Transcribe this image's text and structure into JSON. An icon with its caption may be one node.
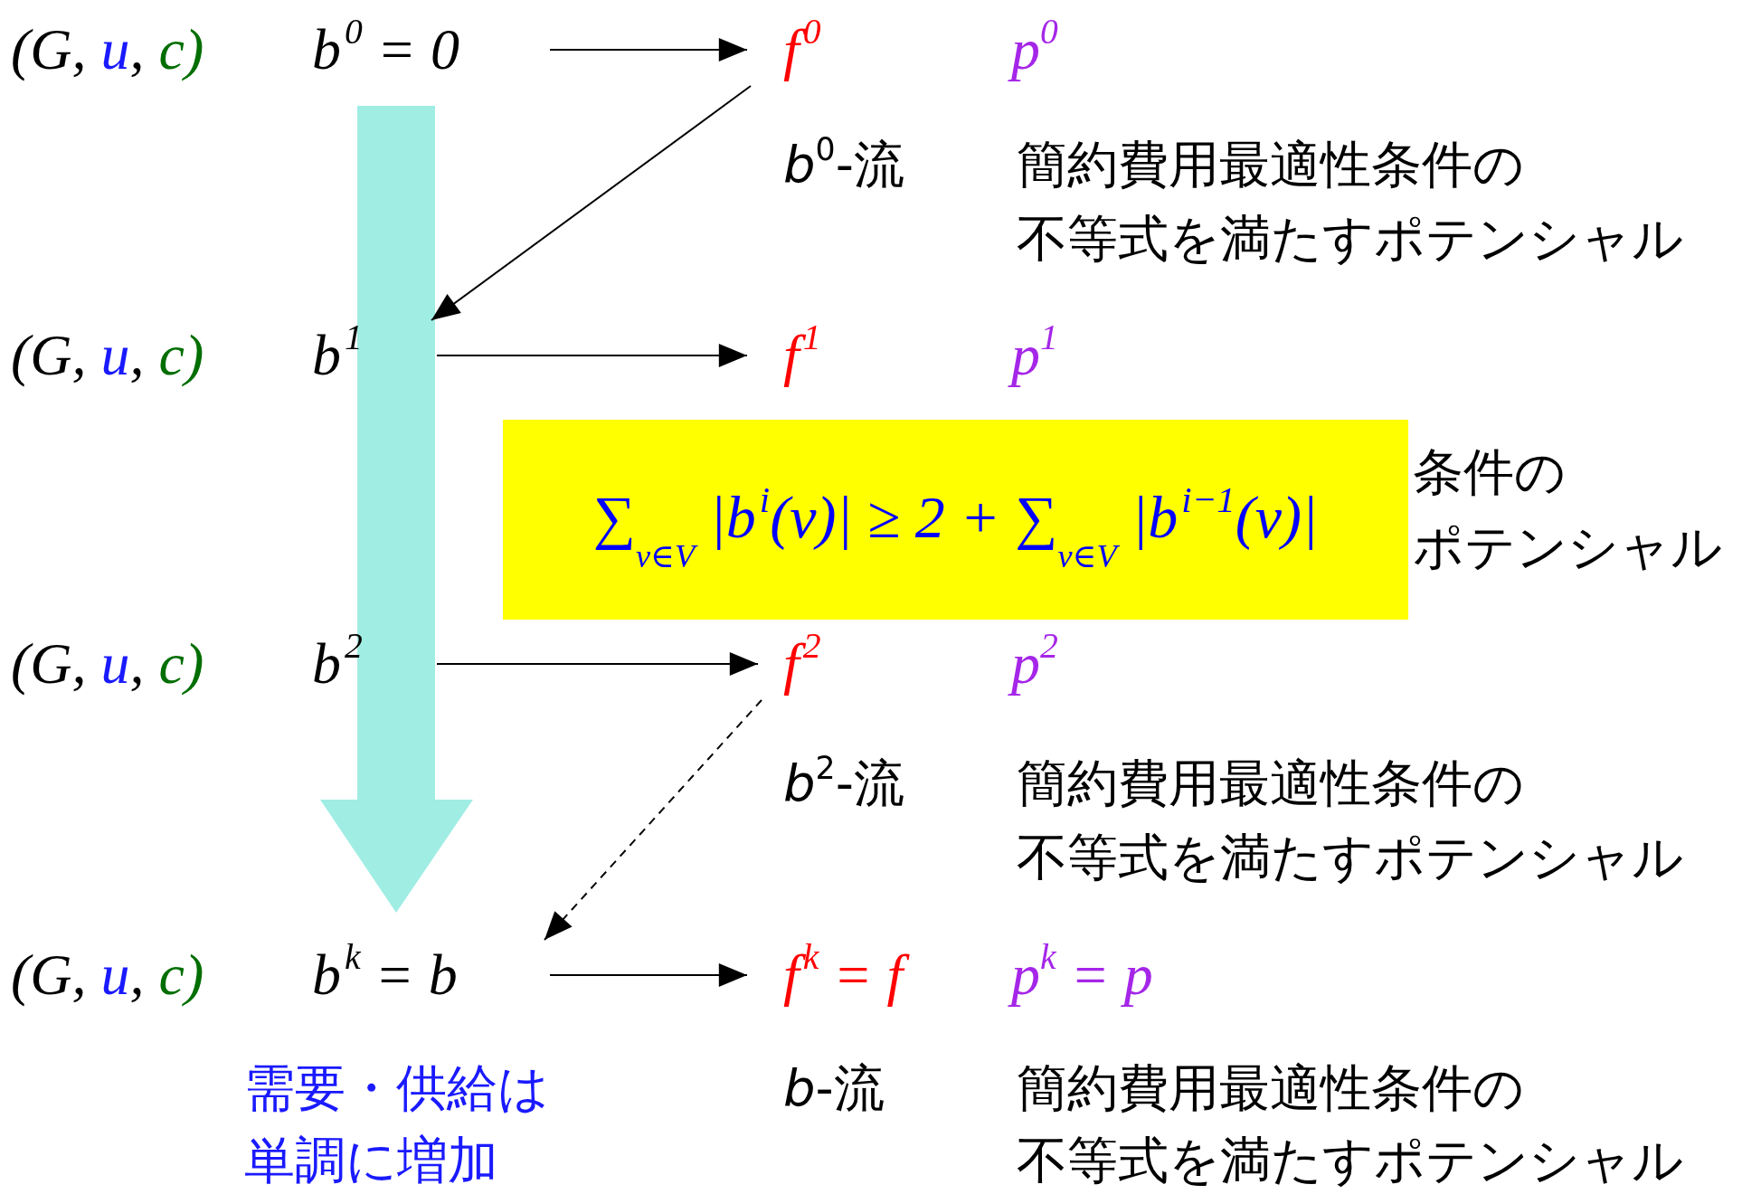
{
  "diagram": {
    "nodes": [
      {
        "text": [
          "b$^{0}$ = 0"
        ]
      },
      {
        "text": [
          "f$^{0}$"
        ]
      },
      {
        "text": [
          "b$^{1}$"
        ]
      },
      {
        "text": [
          "f$^{1}$"
        ]
      },
      {
        "text": [
          "∑$_{v∈V}$ |b$^{i}$(v)| ≥ 2 + ∑$_{v∈V}$ |b$^{i−1}$(v)|"
        ]
      },
      {
        "text": [
          "b$^{2}$"
        ]
      },
      {
        "text": [
          "f$^{2}$"
        ]
      },
      {
        "text": [
          "b$^{k}$ = b"
        ]
      },
      {
        "text": [
          "f$^{k}$ = f"
        ]
      }
    ],
    "edges": [
      {
        "from": 0,
        "to": 1,
        "arrow": "to"
      },
      {
        "from": 1,
        "to": 2,
        "arrow": "to"
      },
      {
        "from": 2,
        "to": 3,
        "arrow": "to"
      },
      {
        "from": 5,
        "to": 6,
        "arrow": "to"
      },
      {
        "from": 6,
        "to": 7,
        "arrow": "to",
        "style": "dashed"
      },
      {
        "from": 7,
        "to": 8,
        "arrow": "to"
      }
    ],
    "labels": [
      "(G, u, c)",
      "p$^{0}$",
      "*b*$^{0}$-流",
      "簡約費用最適性条件の",
      "不等式を満たすポテンシャル",
      "(G, u, c)",
      "p$^{1}$",
      "条件の",
      "ポテンシャル",
      "(G, u, c)",
      "p$^{2}$",
      "*b*$^{2}$-流",
      "簡約費用最適性条件の",
      "不等式を満たすポテンシャル",
      "(G, u, c)",
      "p$^{k}$ = p",
      "需要・供給は単調に増加",
      "*b*-流",
      "簡約費用最適性条件の",
      "不等式を満たすポテンシャル"
    ]
  }
}
